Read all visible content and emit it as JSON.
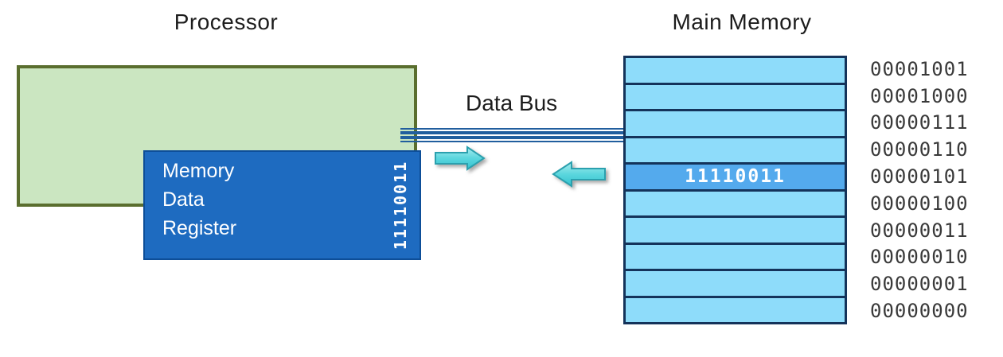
{
  "titles": {
    "processor": "Processor",
    "memory": "Main Memory"
  },
  "processor": {
    "register": {
      "lines": [
        "Memory",
        "Data",
        "Register"
      ],
      "value": "11110011"
    }
  },
  "bus": {
    "label": "Data Bus"
  },
  "icons": {
    "write_arrow": "arrow-right-icon",
    "read_arrow": "arrow-left-icon"
  },
  "memory": {
    "rows": [
      {
        "value": "",
        "address": "00001001",
        "highlighted": false
      },
      {
        "value": "",
        "address": "00001000",
        "highlighted": false
      },
      {
        "value": "",
        "address": "00000111",
        "highlighted": false
      },
      {
        "value": "",
        "address": "00000110",
        "highlighted": false
      },
      {
        "value": "11110011",
        "address": "00000101",
        "highlighted": true
      },
      {
        "value": "",
        "address": "00000100",
        "highlighted": false
      },
      {
        "value": "",
        "address": "00000011",
        "highlighted": false
      },
      {
        "value": "",
        "address": "00000010",
        "highlighted": false
      },
      {
        "value": "",
        "address": "00000001",
        "highlighted": false
      },
      {
        "value": "",
        "address": "00000000",
        "highlighted": false
      }
    ]
  },
  "colors": {
    "processor_fill": "#cbe6c1",
    "processor_border": "#5a6e2e",
    "register_fill": "#1e6bc0",
    "register_border": "#0d4e98",
    "bus_line": "#215e9e",
    "memory_row_fill": "#8edcfa",
    "memory_row_border": "#14335a",
    "memory_row_highlight": "#54aaed",
    "arrow_fill": "#4fd0d9",
    "arrow_stroke": "#2ba0ae",
    "address_text": "#3a3a3a"
  }
}
